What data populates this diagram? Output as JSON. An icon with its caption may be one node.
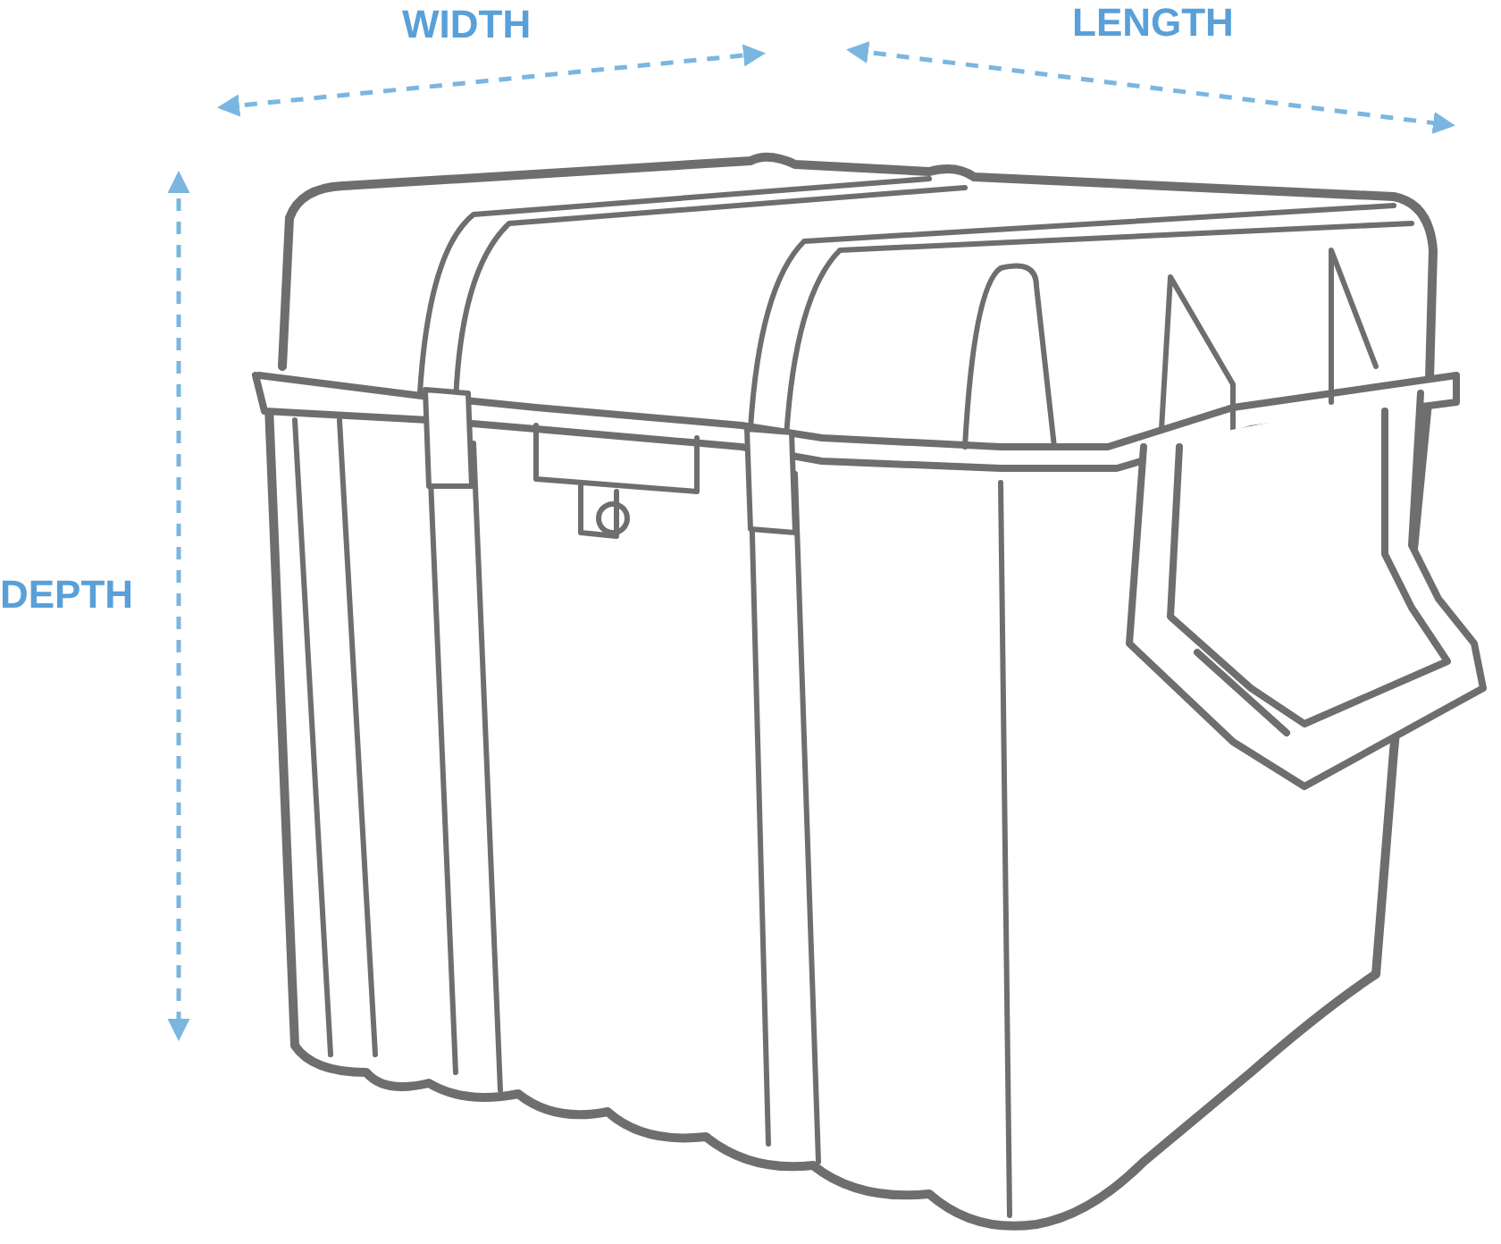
{
  "diagram": {
    "labels": [
      "WIDTH",
      "LENGTH",
      "DEPTH"
    ]
  }
}
